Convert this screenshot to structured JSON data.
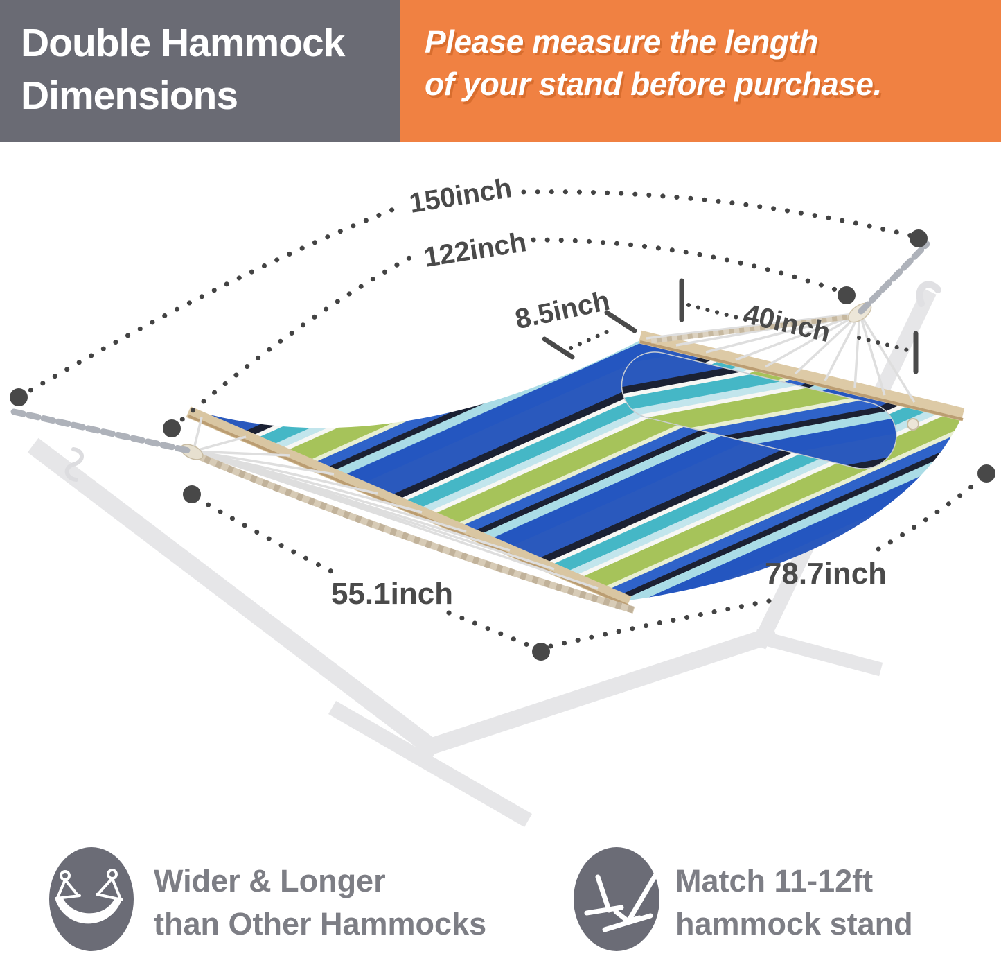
{
  "header": {
    "title_line1": "Double Hammock",
    "title_line2": "Dimensions",
    "notice_line1": "Please measure the length",
    "notice_line2": "of your stand before purchase."
  },
  "dimension_labels": {
    "overall_length": "150inch",
    "hammock_length": "122inch",
    "spreader_offset": "8.5inch",
    "spreader_width": "40inch",
    "bed_width": "55.1inch",
    "bed_length": "78.7inch"
  },
  "features": [
    {
      "icon": "double-hammock-icon",
      "line1": "Wider & Longer",
      "line2": "than Other Hammocks"
    },
    {
      "icon": "hammock-stand-icon",
      "line1": "Match 11-12ft",
      "line2": "hammock stand"
    }
  ],
  "colors": {
    "header_gray": "#6a6b74",
    "accent_orange": "#f08142",
    "dimension_text": "#4a4a4a",
    "feature_text": "#7d7e85",
    "feature_icon_bg": "#6b6c76",
    "wood_bar": "#d9c6a2",
    "stand_faded": "#e6e6e8",
    "chain_gray": "#a2a6ae",
    "stripe_royal_blue": "#2a59bd",
    "stripe_navy": "#1b2133",
    "stripe_teal": "#45b7c6",
    "stripe_light_aqua": "#c2e5ec",
    "stripe_lime": "#a6c35a",
    "stripe_white": "#f7f7f4"
  }
}
